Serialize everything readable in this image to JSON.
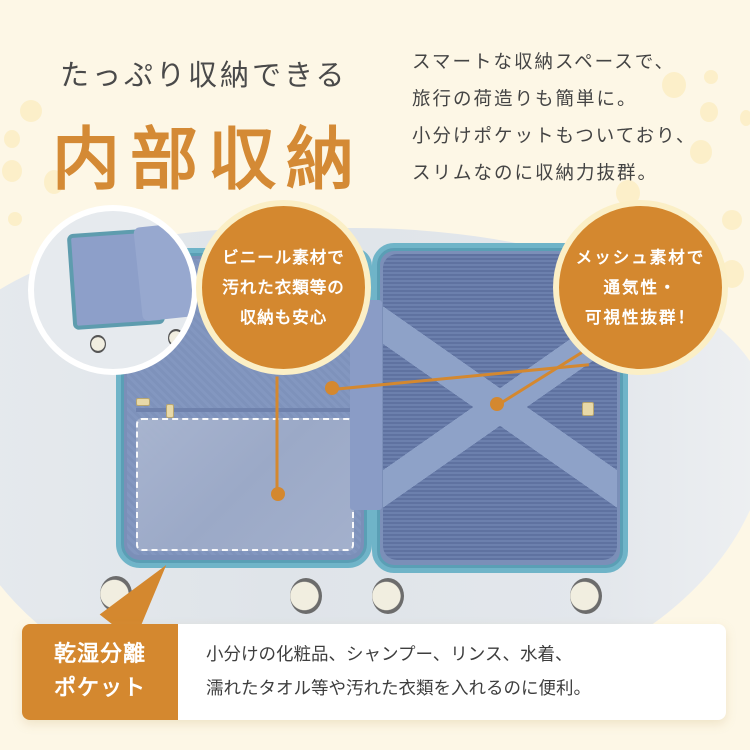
{
  "header": {
    "subtitle": "たっぷり収納できる",
    "title": "内部収納",
    "description_lines": [
      "スマートな収納スペースで、",
      "旅行の荷造りも簡単に。",
      "小分けポケットもついており、",
      "スリムなのに収納力抜群。"
    ]
  },
  "callouts": {
    "vinyl": {
      "lines": [
        "ビニール素材で",
        "汚れた衣類等の",
        "収納も安心"
      ]
    },
    "mesh": {
      "lines": [
        "メッシュ素材で",
        "通気性・",
        "可視性抜群！"
      ]
    }
  },
  "feature_card": {
    "label_lines": [
      "乾湿分離",
      "ポケット"
    ],
    "text_lines": [
      "小分けの化粧品、シャンプー、リンス、水着、",
      "濡れたタオル等や汚れた衣類を入れるのに便利。"
    ]
  },
  "colors": {
    "accent": "#d4882f",
    "background": "#fdf7e6",
    "heading_text": "#4a4a4a",
    "lining": "#7b8fb8",
    "shell": "#6fb4c8"
  }
}
